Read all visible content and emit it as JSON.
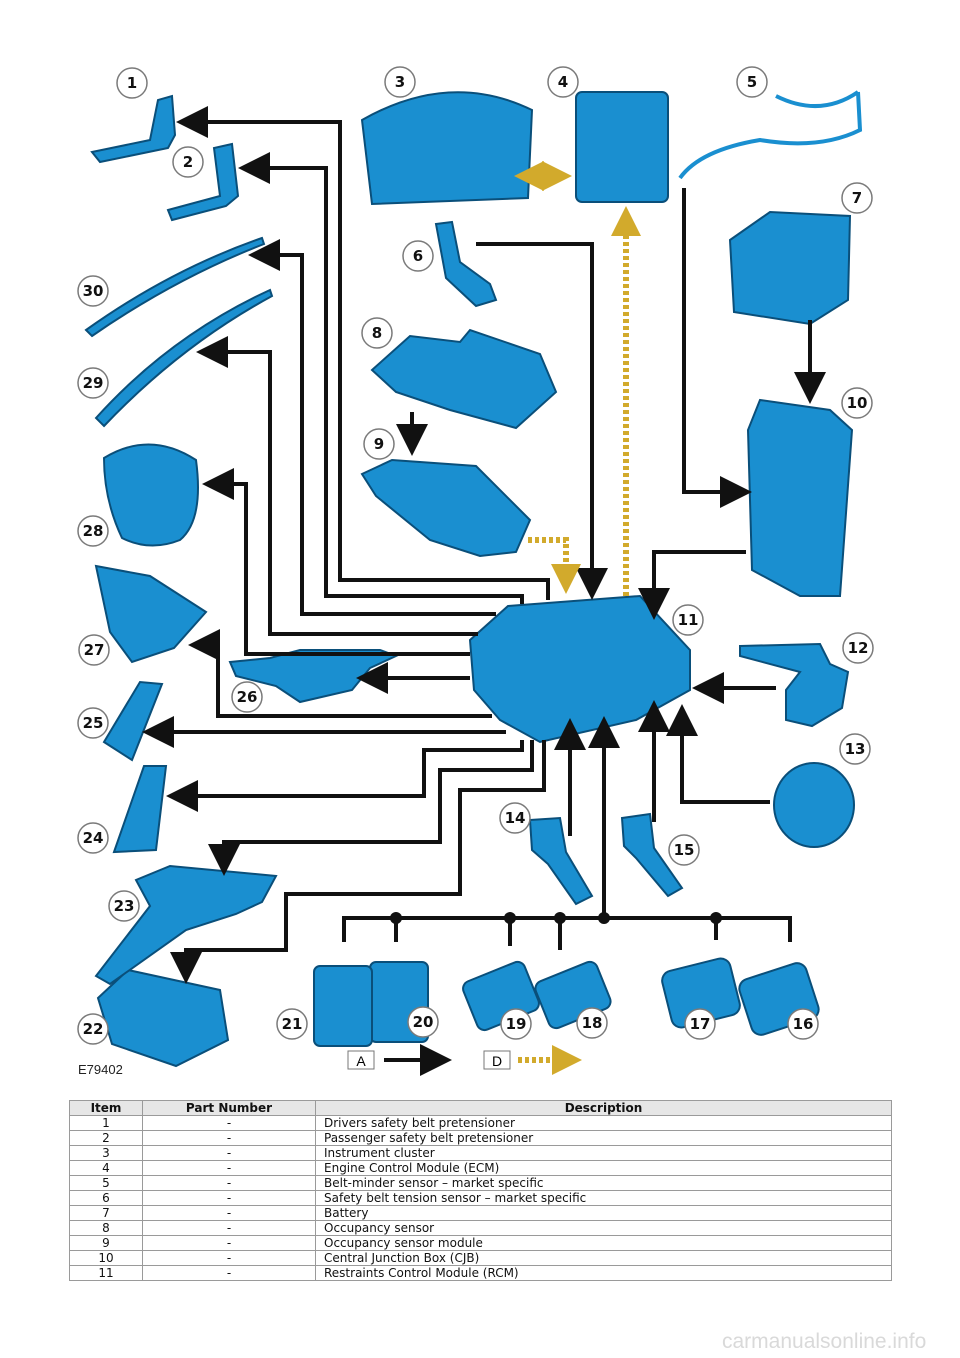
{
  "figure": {
    "id": "E79402",
    "legend_a": "A",
    "legend_d": "D",
    "callouts": [
      "1",
      "2",
      "3",
      "4",
      "5",
      "6",
      "7",
      "8",
      "9",
      "10",
      "11",
      "12",
      "13",
      "14",
      "15",
      "16",
      "17",
      "18",
      "19",
      "20",
      "21",
      "22",
      "23",
      "24",
      "25",
      "26",
      "27",
      "28",
      "29",
      "30"
    ]
  },
  "table": {
    "headers": [
      "Item",
      "Part Number",
      "Description"
    ],
    "rows": [
      {
        "item": "1",
        "part": "-",
        "desc": "Drivers safety belt pretensioner"
      },
      {
        "item": "2",
        "part": "-",
        "desc": "Passenger safety belt pretensioner"
      },
      {
        "item": "3",
        "part": "-",
        "desc": "Instrument cluster"
      },
      {
        "item": "4",
        "part": "-",
        "desc": "Engine Control Module (ECM)"
      },
      {
        "item": "5",
        "part": "-",
        "desc": "Belt-minder sensor – market specific"
      },
      {
        "item": "6",
        "part": "-",
        "desc": "Safety belt tension sensor – market specific"
      },
      {
        "item": "7",
        "part": "-",
        "desc": "Battery"
      },
      {
        "item": "8",
        "part": "-",
        "desc": "Occupancy sensor"
      },
      {
        "item": "9",
        "part": "-",
        "desc": "Occupancy sensor module"
      },
      {
        "item": "10",
        "part": "-",
        "desc": "Central Junction Box (CJB)"
      },
      {
        "item": "11",
        "part": "-",
        "desc": "Restraints Control Module (RCM)"
      }
    ]
  },
  "watermark": "carmanualsonline.info",
  "colors": {
    "part_fill": "#1a8fd0",
    "part_stroke": "#0a4f7a",
    "bus": "#d2aa2c",
    "wire": "#111111"
  }
}
